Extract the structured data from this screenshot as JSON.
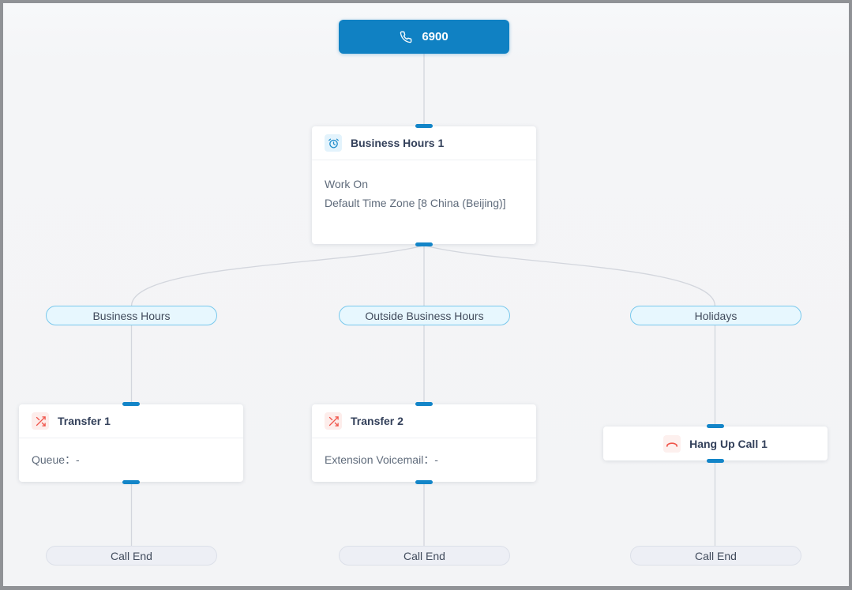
{
  "colors": {
    "accent_blue": "#1081C3",
    "handle_blue": "#1385C8",
    "branch_pill_bg": "#E7F7FE",
    "branch_pill_border": "#79C8EC",
    "terminal_pill_bg": "#EDEFF5",
    "terminal_pill_border": "#DCE0E9",
    "danger_red": "#F0544A",
    "clock_icon_blue": "#1B8BCA",
    "title_text": "#33405A",
    "body_text": "#5F6B7B",
    "connector_line": "#D3D6DD",
    "canvas_bg": "#F4F5F7",
    "frame_border": "#909296"
  },
  "flow": {
    "entry": {
      "label": "6900"
    },
    "business_hours": {
      "title": "Business Hours 1",
      "body_line1": "Work On",
      "body_line2": "Default Time Zone [8 China (Beijing)]"
    },
    "branches": [
      {
        "label": "Business Hours"
      },
      {
        "label": "Outside Business Hours"
      },
      {
        "label": "Holidays"
      }
    ],
    "transfer1": {
      "title": "Transfer 1",
      "body": "Queue：-"
    },
    "transfer2": {
      "title": "Transfer 2",
      "body": "Extension Voicemail：-"
    },
    "hangup": {
      "title": "Hang Up Call 1"
    },
    "terminals": [
      {
        "label": "Call End"
      },
      {
        "label": "Call End"
      },
      {
        "label": "Call End"
      }
    ]
  }
}
